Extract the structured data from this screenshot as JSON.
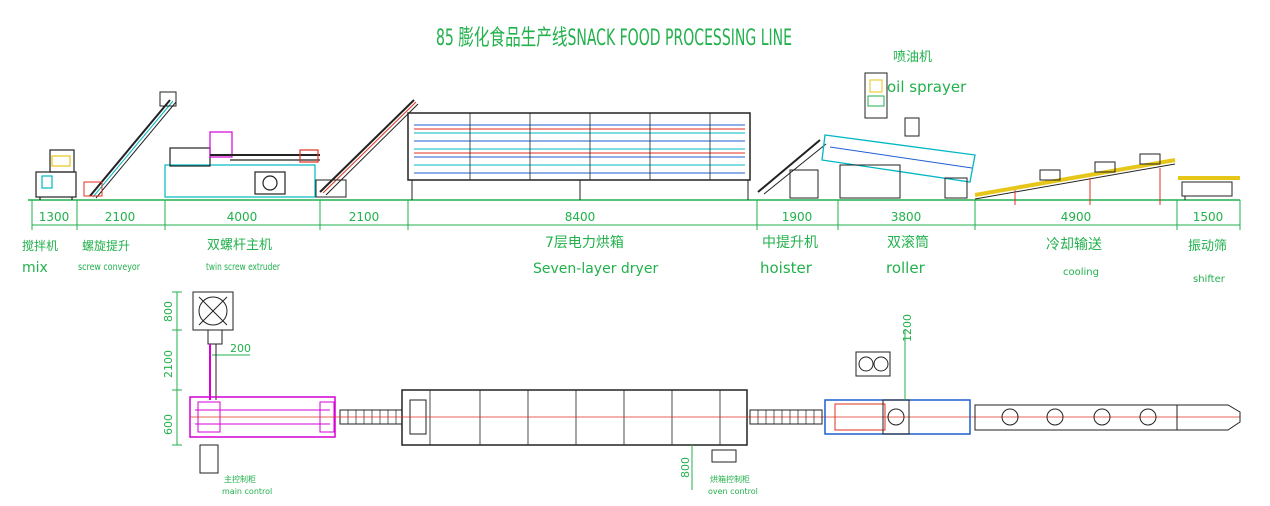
{
  "title": "85 膨化食品生产线SNACK FOOD PROCESSING LINE",
  "oil_sprayer": {
    "cn": "喷油机",
    "en": "oil sprayer"
  },
  "dimensions": [
    "1300",
    "2100",
    "4000",
    "2100",
    "8400",
    "1900",
    "3800",
    "4900",
    "1500"
  ],
  "machines": [
    {
      "cn": "搅拌机",
      "en": "mix"
    },
    {
      "cn": "螺旋提升",
      "en": "screw conveyor"
    },
    {
      "cn": "双螺杆主机",
      "en": "twin screw extruder"
    },
    {
      "cn": "7层电力烘箱",
      "en": "Seven-layer dryer"
    },
    {
      "cn": "中提升机",
      "en": "hoister"
    },
    {
      "cn": "双滚筒",
      "en": "roller"
    },
    {
      "cn": "冷却输送",
      "en": "cooling"
    },
    {
      "cn": "振动筛",
      "en": "shifter"
    }
  ],
  "plan_dims": {
    "d800": "800",
    "d2100": "2100",
    "d600": "600",
    "d200": "200",
    "d1200": "1200",
    "d800b": "800"
  },
  "plan_labels": {
    "main_ctrl": {
      "cn": "主控制柜",
      "en": "main control"
    },
    "oven_ctrl": {
      "cn": "烘箱控制柜",
      "en": "oven control"
    }
  },
  "colors": {
    "line": "#22b14c",
    "frame": "#00b7c3",
    "blue": "#1f5fd0",
    "magenta": "#d400d4",
    "red": "#e03020",
    "yellow": "#e6c619",
    "dark": "#222222"
  }
}
